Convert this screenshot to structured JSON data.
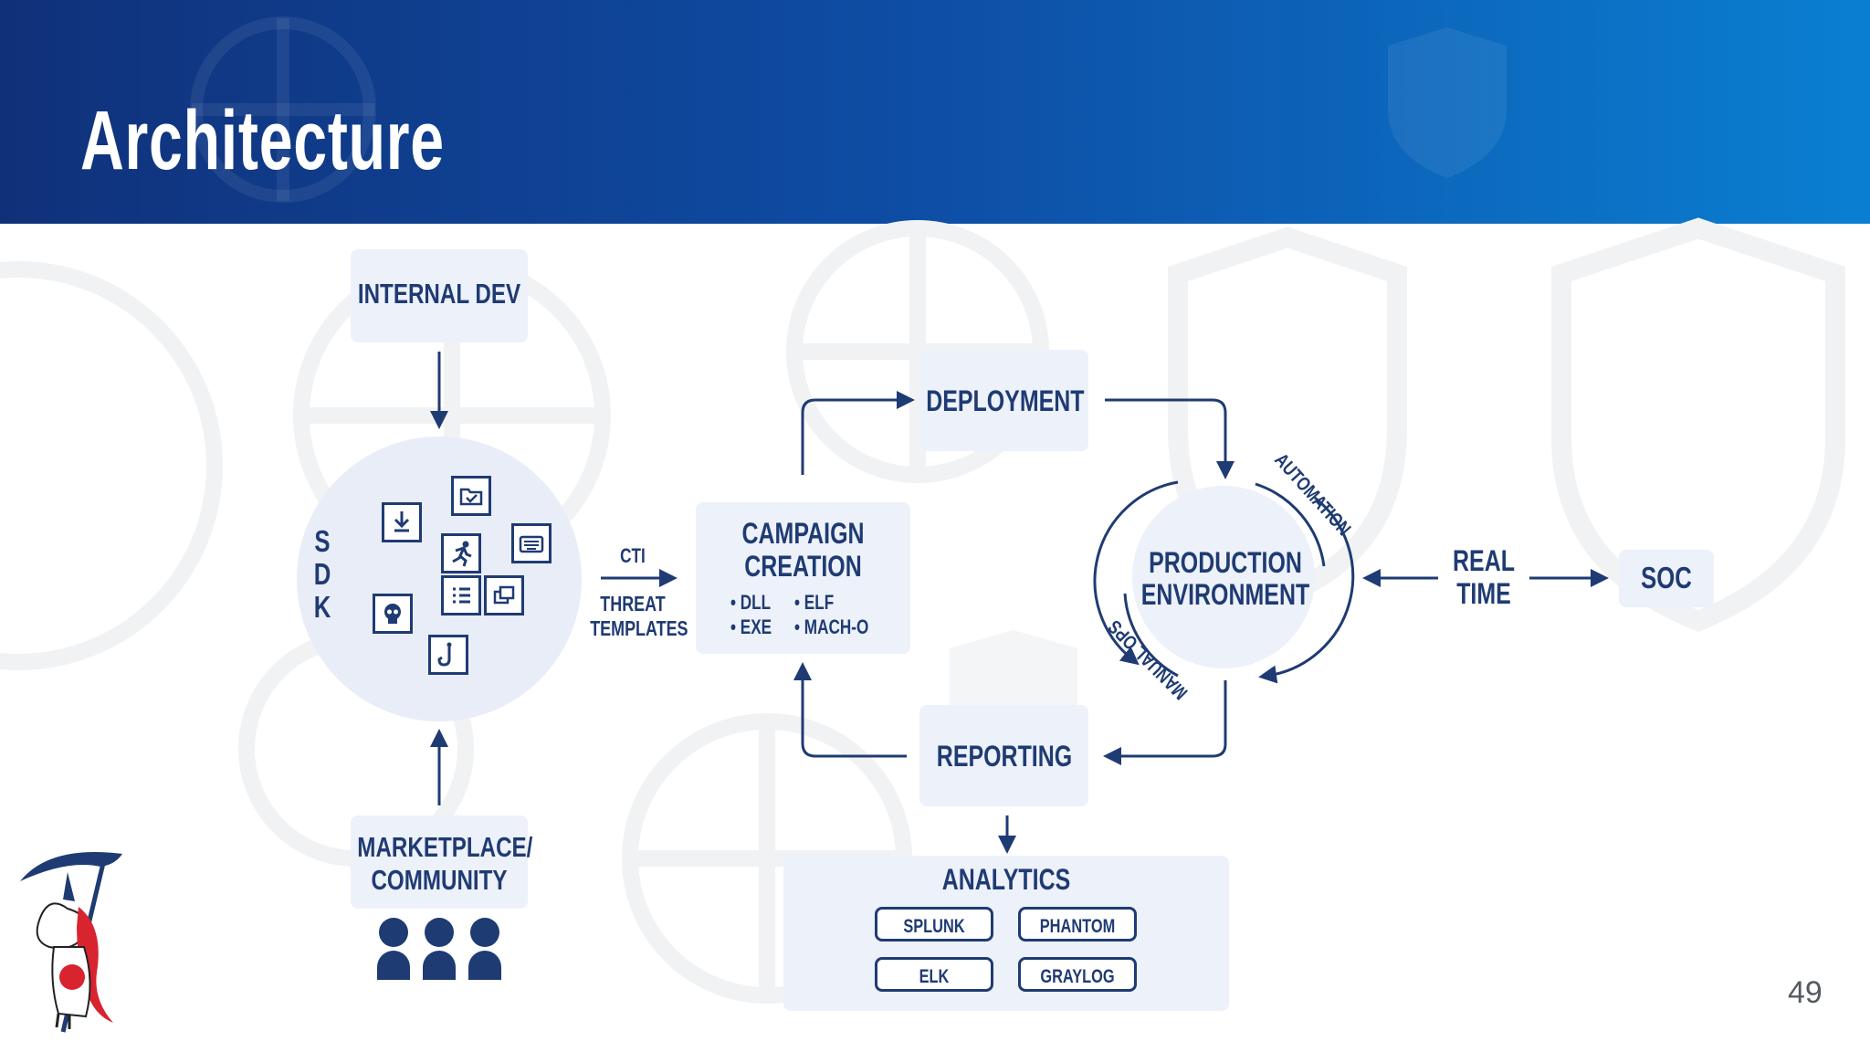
{
  "slide": {
    "title": "Architecture",
    "page_number": "49"
  },
  "colors": {
    "header_start": "#10317a",
    "header_end": "#0a7fd1",
    "navy": "#1f3b73",
    "box_fill": "#edf1f9"
  },
  "nodes": {
    "internal_dev": "INTERNAL DEV",
    "sdk_letters": [
      "S",
      "D",
      "K"
    ],
    "marketplace": [
      "MARKETPLACE/",
      "COMMUNITY"
    ],
    "cti": "CTI",
    "threat_templates": [
      "THREAT",
      "TEMPLATES"
    ],
    "campaign_creation": [
      "CAMPAIGN",
      "CREATION"
    ],
    "formats": [
      "• DLL",
      "• ELF",
      "• EXE",
      "• MACH-O"
    ],
    "deployment": "DEPLOYMENT",
    "production_environment": [
      "PRODUCTION",
      "ENVIRONMENT"
    ],
    "automation": "AUTOMATION",
    "manual_ops": "MANUAL OPS",
    "real_time": [
      "REAL",
      "TIME"
    ],
    "soc": "SOC",
    "reporting": "REPORTING",
    "analytics": "ANALYTICS",
    "analytics_tools": [
      "SPLUNK",
      "PHANTOM",
      "ELK",
      "GRAYLOG"
    ]
  },
  "icons": {
    "sdk_modules": [
      "download-icon",
      "folder-check-icon",
      "runner-icon",
      "keyboard-icon",
      "skull-icon",
      "list-icon",
      "windows-icon",
      "hook-icon"
    ],
    "community": "people-icon",
    "mascot": "unicorn-reaper-icon"
  }
}
